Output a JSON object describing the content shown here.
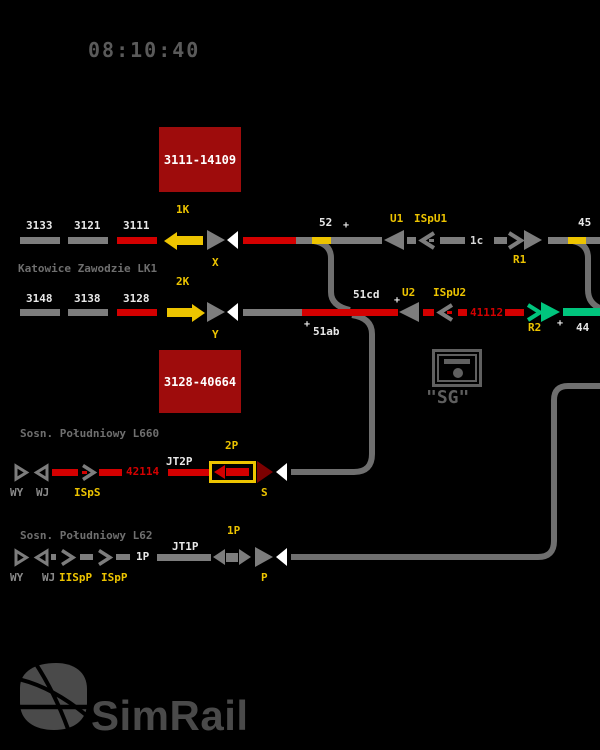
{
  "clock": {
    "time": "08:10:40"
  },
  "plus": "+",
  "colors": {
    "background": "#000000",
    "track_gray": "#7d7d7d",
    "track_red": "#d40000",
    "accent_yellow": "#edc400",
    "clear_green": "#00c57d",
    "stop_dark_red": "#7c0101",
    "train_box_red": "#9e0c0c"
  },
  "train_boxes": {
    "box1": "3111-14109",
    "box2": "3128-40664"
  },
  "line1": {
    "station": "Katowice Zawodzie LK1",
    "blocks": [
      "3133",
      "3121",
      "3111"
    ],
    "route_indicator": "1K",
    "signal_x": "X",
    "label_52": "52",
    "signal_u1": "U1",
    "signal_ispu1": "ISpU1",
    "track_label": "1c",
    "signal_r1": "R1",
    "label_45": "45"
  },
  "line2": {
    "blocks": [
      "3148",
      "3138",
      "3128"
    ],
    "route_indicator": "2K",
    "signal_y": "Y",
    "label_51cd": "51cd",
    "label_51ab": "51ab",
    "signal_u2": "U2",
    "signal_ispu2": "ISpU2",
    "train_number": "41112",
    "signal_r2": "R2",
    "label_44": "44"
  },
  "sg_indicator": {
    "label": "\"SG\""
  },
  "l660": {
    "station": "Sosn. Południowy L660",
    "wy": "WY",
    "wj": "WJ",
    "isps": "ISpS",
    "train_number": "42114",
    "jt": "JT2P",
    "route": "2P",
    "signal_s": "S"
  },
  "l62": {
    "station": "Sosn. Południowy L62",
    "wy": "WY",
    "wj": "WJ",
    "iispp": "IISpP",
    "ispp": "ISpP",
    "track_label": "1P",
    "jt": "JT1P",
    "route": "1P",
    "signal_p": "P"
  },
  "logo": {
    "text": "SimRail"
  }
}
